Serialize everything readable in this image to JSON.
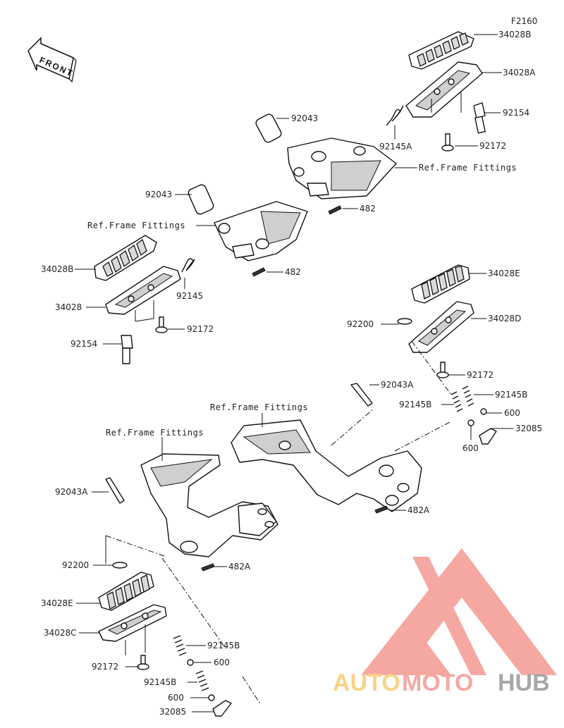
{
  "figure_code": "F2160",
  "front_label": "FRONT",
  "callouts": {
    "c34028B_top": "34028B",
    "c34028A": "34028A",
    "c92154_top": "92154",
    "c92145A": "92145A",
    "c92172_top": "92172",
    "c92043_top": "92043",
    "ref_top": "Ref.Frame Fittings",
    "c482_top": "482",
    "c92043_mid": "92043",
    "ref_mid": "Ref.Frame Fittings",
    "c482_mid": "482",
    "c34028B_left": "34028B",
    "c92145_left": "92145",
    "c34028_left": "34028",
    "c92172_left": "92172",
    "c92154_left": "92154",
    "c34028E_right": "34028E",
    "c92200_right": "92200",
    "c34028D": "34028D",
    "c92172_right": "92172",
    "c92043A_right": "92043A",
    "c92145B_r1": "92145B",
    "c92145B_r2": "92145B",
    "ref_right": "Ref.Frame Fittings",
    "c600_r1": "600",
    "c32085_right": "32085",
    "c600_r2": "600",
    "c482A_right": "482A",
    "ref_left": "Ref.Frame Fittings",
    "c92043A_left": "92043A",
    "c482A_left": "482A",
    "c92200_left": "92200",
    "c34028E_left": "34028E",
    "c34028C": "34028C",
    "c92145B_l1": "92145B",
    "c600_l1": "600",
    "c92172_bottom": "92172",
    "c92145B_l2": "92145B",
    "c600_l2": "600",
    "c32085_left": "32085"
  },
  "watermark": {
    "word_auto": "AUTO",
    "word_moto": "MOTO",
    "word_hub": "HUB",
    "colors": {
      "accent": "#f28c84",
      "orange": "#f7c35e",
      "gray": "#8a8a8a"
    }
  }
}
